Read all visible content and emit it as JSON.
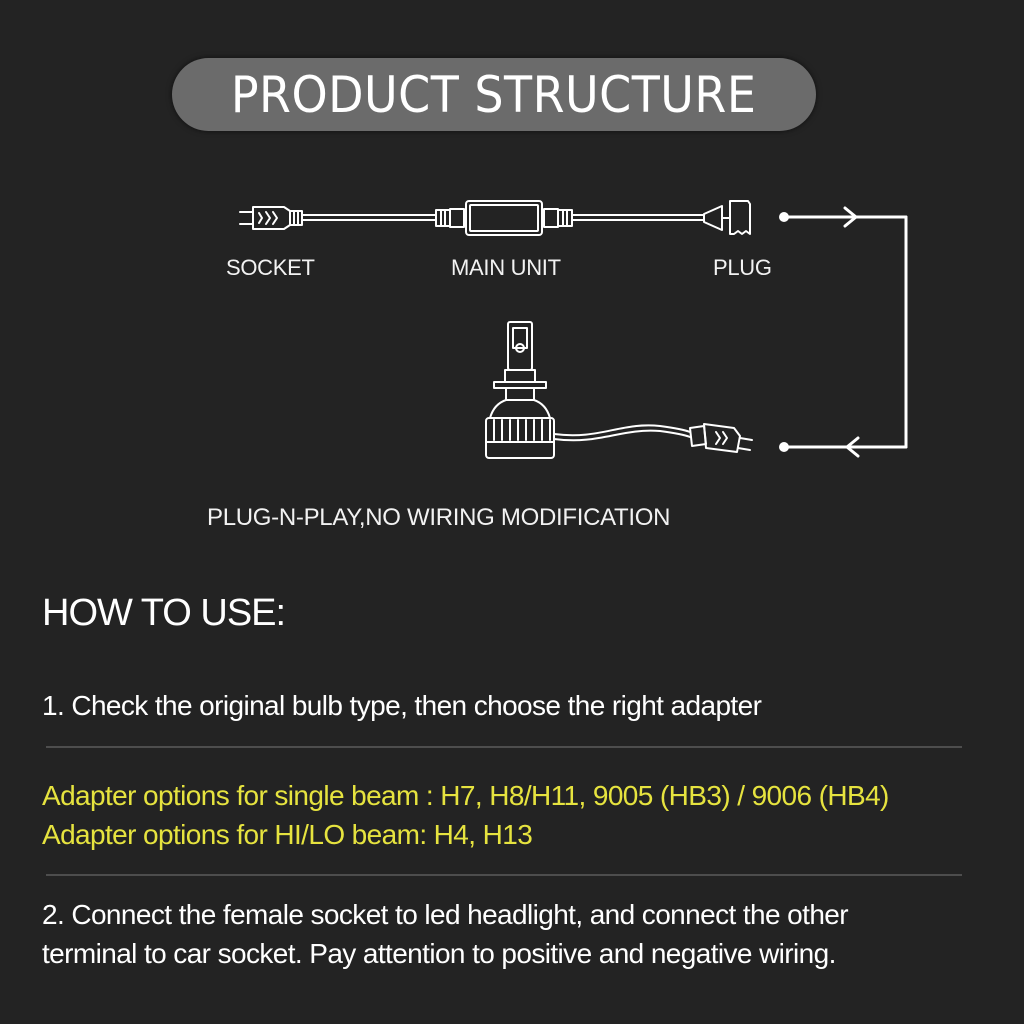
{
  "header": {
    "title": "PRODUCT STRUCTURE"
  },
  "diagram": {
    "labels": {
      "socket": "SOCKET",
      "main_unit": "MAIN UNIT",
      "plug": "PLUG"
    },
    "caption": "PLUG-N-PLAY,NO WIRING MODIFICATION",
    "icons": [
      "socket-connector-icon",
      "main-unit-box-icon",
      "plug-connector-icon",
      "led-bulb-icon",
      "bulb-connector-icon",
      "connection-arrow-icon"
    ],
    "colors": {
      "line": "#ffffff",
      "background": "#232323",
      "pill": "#6b6b6b"
    }
  },
  "instructions": {
    "heading": "HOW TO USE:",
    "step1": "1. Check the original bulb type, then choose the right adapter",
    "adapter_single": "Adapter options for single beam : H7, H8/H11, 9005 (HB3) / 9006 (HB4)",
    "adapter_hilo": "Adapter options for HI/LO beam: H4, H13",
    "step2_line1": "2. Connect the female socket to led headlight, and connect the other",
    "step2_line2": "terminal to car socket. Pay attention to  positive and negative wiring.",
    "colors": {
      "text": "#ffffff",
      "highlight": "#e6e33f",
      "divider": "#4d4d4d"
    }
  }
}
